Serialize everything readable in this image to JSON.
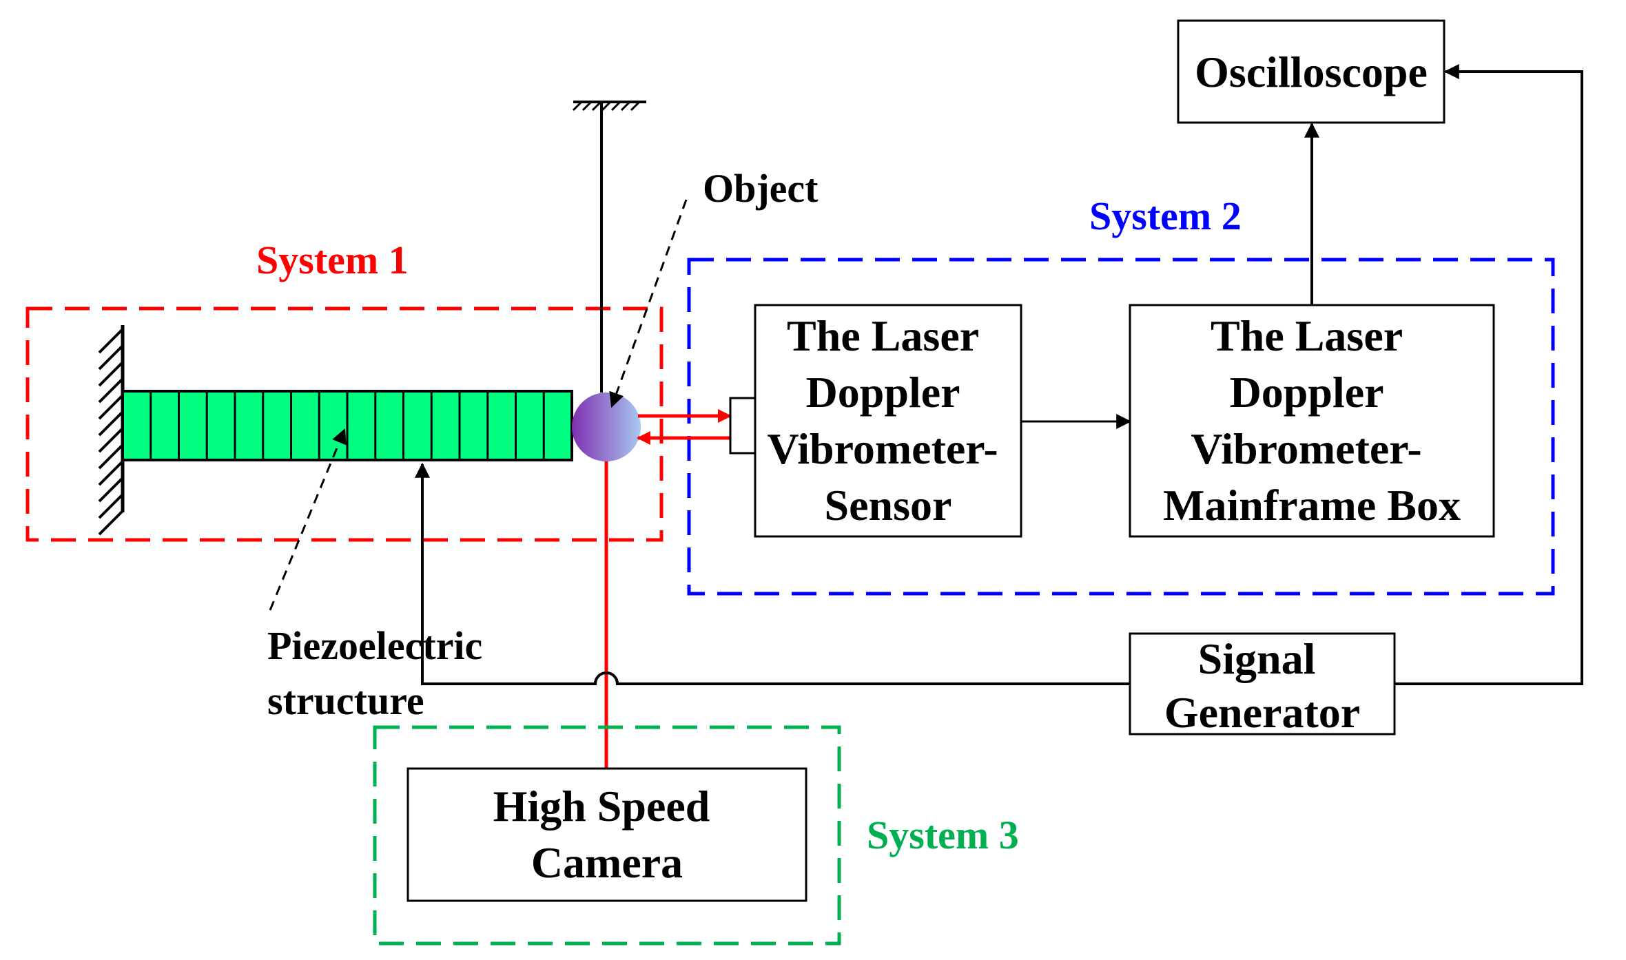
{
  "colors": {
    "system1": "#ff0000",
    "system2": "#0000ff",
    "system3": "#00b050",
    "laser": "#ff0000",
    "piezo_fill": "#00ff80",
    "object_gradient_start": "#8030b0",
    "object_gradient_end": "#a8c8f0",
    "line": "#000000"
  },
  "labels": {
    "system1": "System 1",
    "system2": "System 2",
    "system3": "System 3",
    "object": "Object",
    "piezo_line1": "Piezoelectric",
    "piezo_line2": "structure"
  },
  "boxes": {
    "oscilloscope": "Oscilloscope",
    "ldv_sensor": [
      "The Laser",
      "Doppler",
      "Vibrometer-",
      "Sensor"
    ],
    "ldv_mainframe": [
      "The Laser",
      "Doppler",
      "Vibrometer-",
      "Mainframe Box"
    ],
    "signal_generator": [
      "Signal",
      "Generator"
    ],
    "camera": [
      "High Speed",
      "Camera"
    ]
  },
  "piezo": {
    "segments": 16
  }
}
